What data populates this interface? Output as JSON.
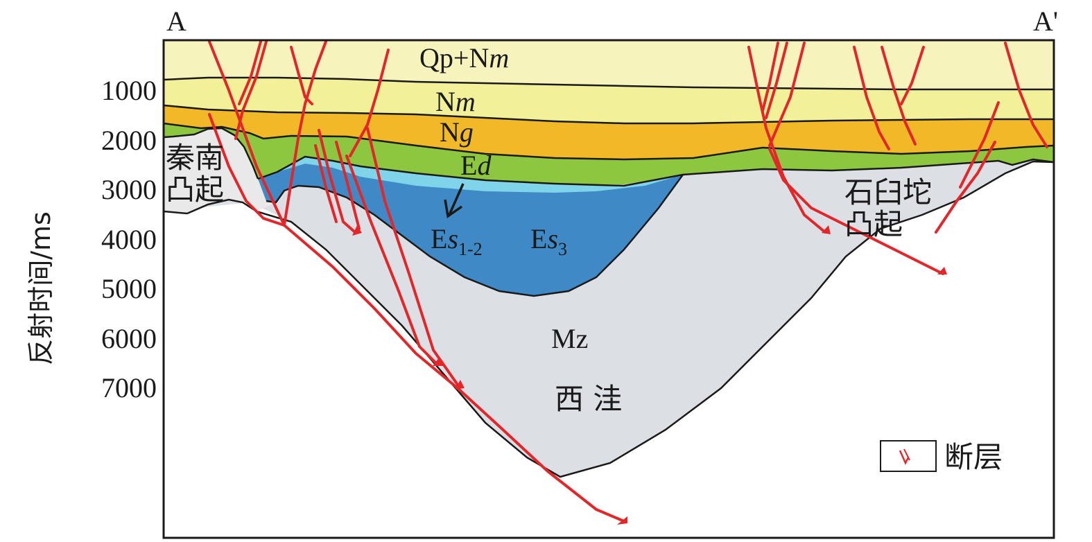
{
  "endpoints": {
    "left": "A",
    "right": "A'"
  },
  "axis": {
    "ylabel": "反射时间/ms",
    "ticks": [
      "1000",
      "2000",
      "3000",
      "4000",
      "5000",
      "6000",
      "7000"
    ]
  },
  "units": {
    "qp_nm": {
      "main": "Qp+N",
      "italic": "m"
    },
    "nm": {
      "main": "N",
      "italic": "m"
    },
    "ng": {
      "main": "N",
      "italic": "g"
    },
    "ed": {
      "main": "E",
      "italic": "d"
    },
    "es12": {
      "main": "E",
      "italic": "s",
      "sub": "1-2"
    },
    "es3": {
      "main": "E",
      "italic": "s",
      "sub": "3"
    },
    "mz": "Mz"
  },
  "places": {
    "qinnan_line1": "秦南",
    "qinnan_line2": "凸起",
    "shijiutuo_line1": "石臼坨",
    "shijiutuo_line2": "凸起",
    "xiwa": "西 洼"
  },
  "legend": {
    "fault_label": "断层"
  },
  "colors": {
    "qp_nm": "#f7f3bd",
    "nm": "#f3f09a",
    "ng": "#f1b927",
    "ed": "#8dc63f",
    "es12_thin": "#7fd4ea",
    "es": "#3f8ac6",
    "mz": "#dcdfe4",
    "uplift": "#e9e9e9",
    "fault": "#e3262a"
  }
}
